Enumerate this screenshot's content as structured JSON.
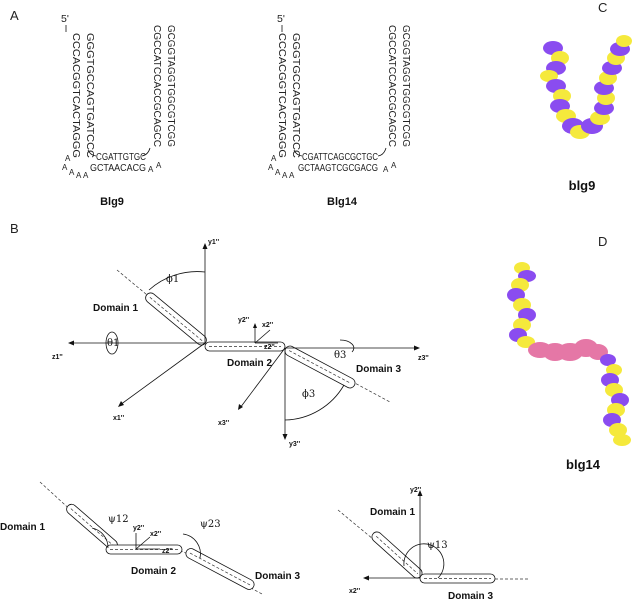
{
  "panels": {
    "a": "A",
    "b": "B",
    "c": "C",
    "d": "D"
  },
  "blg9": {
    "five_prime": "5'",
    "left_strand_outer": "CCCACGGTCACTAGGG",
    "left_strand_inner": "GGGTGCCAGTGATCCC",
    "right_strand_inner": "CGCCATCCACCGCAGCC",
    "right_strand_outer": "GCGGTAGGTGGCGTCGG",
    "loop_top": "CGATTGTGC",
    "loop_bottom": "GCTAACACG",
    "a_left_1": "A",
    "a_left_2": "A",
    "a_left_3": "A",
    "a_left_4": "A",
    "a_left_5": "A",
    "a_right_1": "A",
    "a_right_2": "A",
    "name": "Blg9"
  },
  "blg14": {
    "five_prime": "5'",
    "left_strand_outer": "CCCACGGTCACTAGGG",
    "left_strand_inner": "GGGTGCCAGTGATCCC",
    "right_strand_inner": "CGCCATCCACCGCAGCC",
    "right_strand_outer": "GCGGTAGGTGGCGTCGG",
    "loop_top": "CGATTCAGCGCTGC",
    "loop_bottom": "GCTAAGTCGCGACG",
    "a_left_1": "A",
    "a_left_2": "A",
    "a_left_3": "A",
    "a_left_4": "A",
    "a_left_5": "A",
    "a_right_1": "A",
    "a_right_2": "A",
    "name": "Blg14"
  },
  "captions": {
    "c": "blg9",
    "d": "blg14"
  },
  "diagram_b": {
    "domain1": "Domain 1",
    "domain2": "Domain 2",
    "domain3": "Domain 3",
    "y1": "y1''",
    "z1": "z1''",
    "x1": "x1''",
    "y2": "y2''",
    "x2": "x2''",
    "z2": "z2''",
    "z3": "z3''",
    "x3": "x3''",
    "y3": "y3''",
    "phi1": "ϕ1",
    "theta1": "θ1",
    "theta3": "θ3",
    "phi3": "ϕ3"
  },
  "diagram_bl": {
    "domain1": "Domain 1",
    "domain2": "Domain 2",
    "domain3": "Domain 3",
    "psi12": "ψ12",
    "psi23": "ψ23",
    "y2": "y2''",
    "x2": "x2''",
    "z2": "z2''"
  },
  "diagram_br": {
    "domain1": "Domain 1",
    "domain3": "Domain 3",
    "psi13": "ψ13",
    "y2": "y2''",
    "x2": "x2''"
  },
  "colors": {
    "helix_a": "#8a4cf0",
    "helix_b": "#f5e93c",
    "helix_shadow_b": "#c9bd1e",
    "loop": "#e577a6"
  }
}
